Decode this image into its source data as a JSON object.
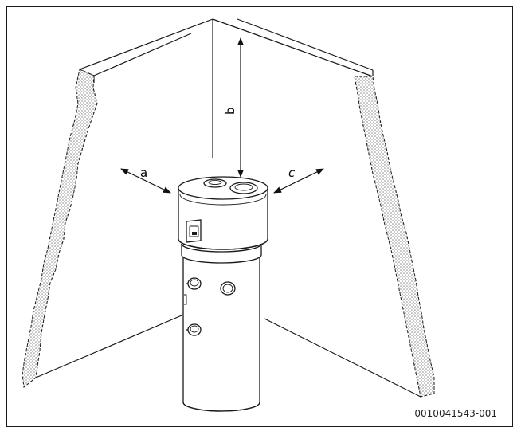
{
  "figure": {
    "labels": {
      "a": "a",
      "b": "b",
      "c": "c"
    },
    "code": "0010041543-001"
  },
  "colors": {
    "line": "#1a1a1a",
    "wall_texture": "#9a9a9a"
  }
}
